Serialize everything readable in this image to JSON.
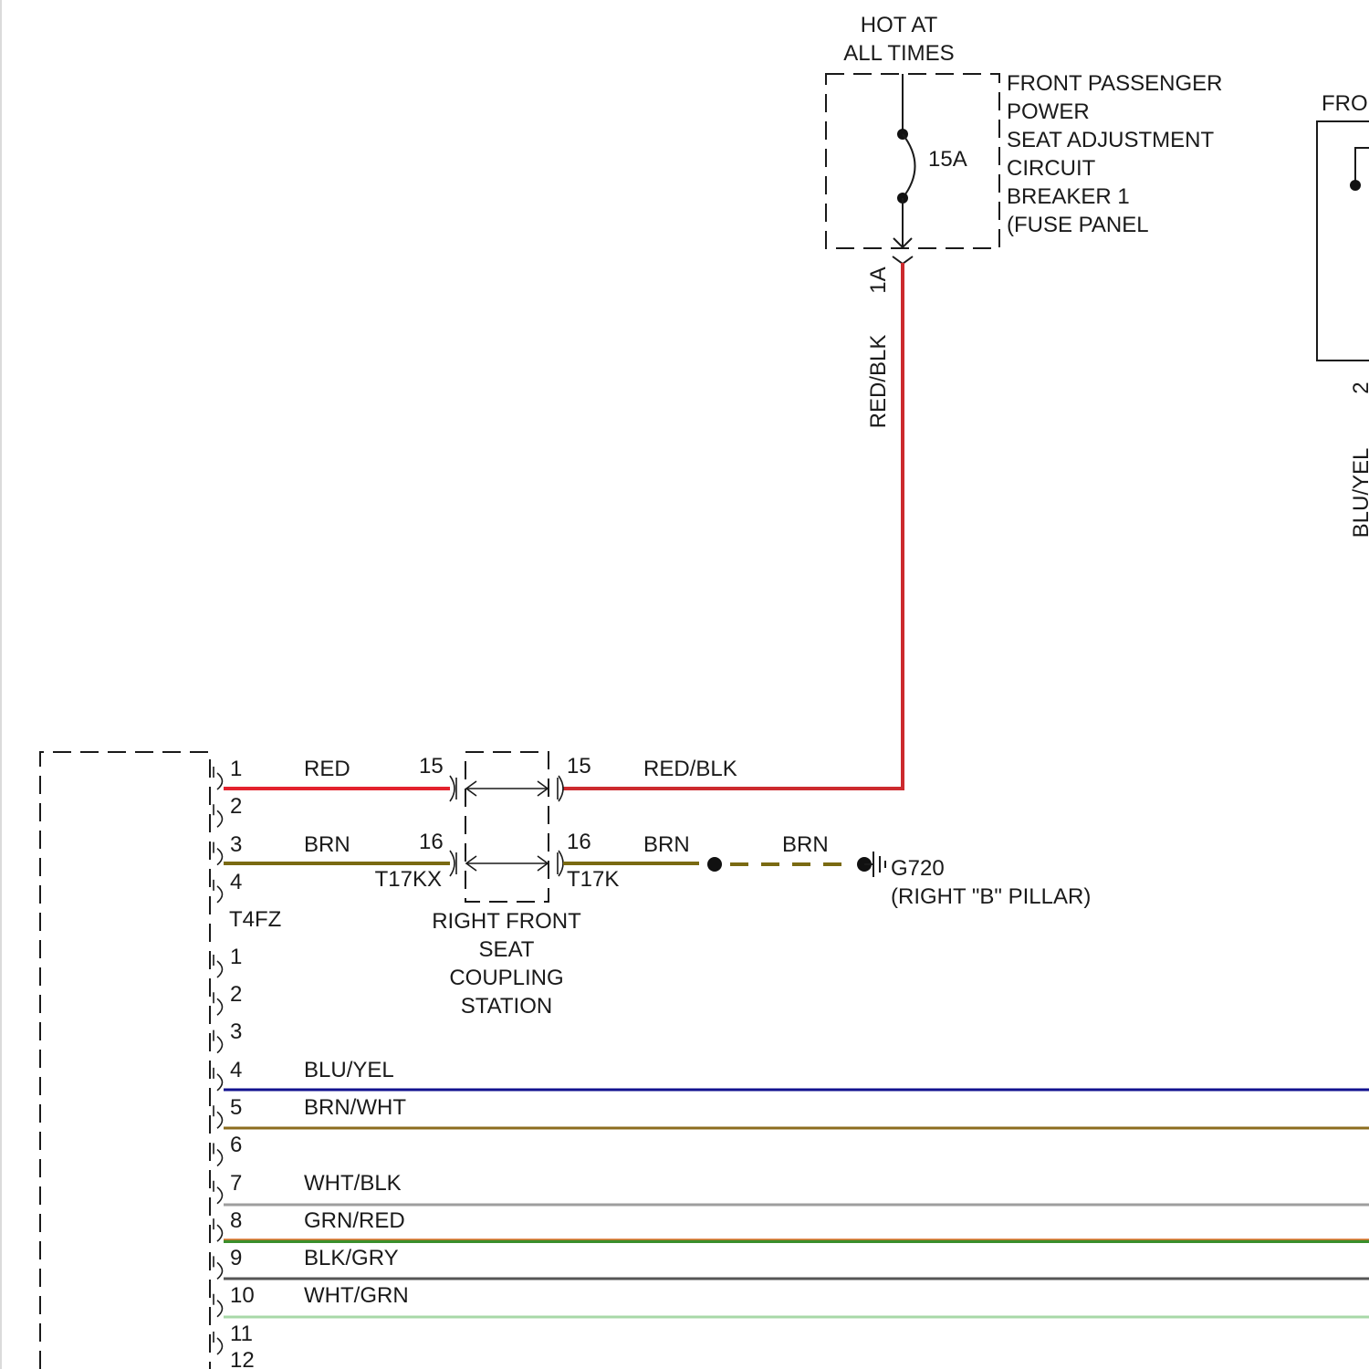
{
  "supply": {
    "header": [
      "HOT AT",
      "ALL TIMES"
    ],
    "rating": "15A",
    "label": [
      "FRONT PASSENGER",
      "POWER",
      "SEAT ADJUSTMENT",
      "CIRCUIT",
      "BREAKER 1",
      "(FUSE PANEL"
    ],
    "terminal": "1A",
    "wire": "RED/BLK"
  },
  "right_component": {
    "title": "FRO",
    "pin": "2",
    "wire": "BLU/YEL"
  },
  "connector_t4fz": {
    "name": "T4FZ",
    "pins": [
      "1",
      "2",
      "3",
      "4"
    ],
    "wire_pin1": "RED",
    "wire_pin3": "BRN"
  },
  "coupling_station": {
    "label": [
      "RIGHT FRONT",
      "SEAT",
      "COUPLING",
      "STATION"
    ],
    "left_connector": "T17KX",
    "right_connector": "T17K",
    "circuits": [
      {
        "left_pin": "15",
        "right_pin": "15",
        "wire_out": "RED/BLK"
      },
      {
        "left_pin": "16",
        "right_pin": "16",
        "wire_out": "BRN"
      }
    ]
  },
  "ground": {
    "wire": "BRN",
    "name": "G720",
    "location": "(RIGHT \"B\" PILLAR)"
  },
  "lower_connector": {
    "pins": [
      "1",
      "2",
      "3",
      "4",
      "5",
      "6",
      "7",
      "8",
      "9",
      "10",
      "11",
      "12"
    ],
    "wires": [
      {
        "label": "BLU/YEL",
        "color": "#12128f"
      },
      {
        "label": "BRN/WHT",
        "color": "#8c6c1e"
      },
      {
        "label": "WHT/BLK",
        "color": "#9e9e9e"
      },
      {
        "label": "GRN/RED",
        "color": "#3a8f2c"
      },
      {
        "label": "BLK/GRY",
        "color": "#565656"
      },
      {
        "label": "WHT/GRN",
        "color": "#a8d8a8"
      }
    ]
  },
  "colors": {
    "red": "#e3222d",
    "red_blk": "#cc2a2e",
    "brn": "#7a6a12",
    "grn_red_tracer": "#e0702a"
  }
}
